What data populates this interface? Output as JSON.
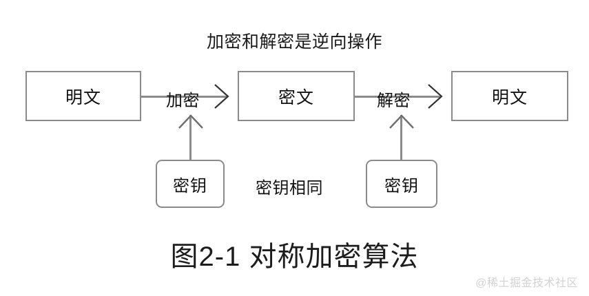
{
  "diagram": {
    "title": "加密和解密是逆向操作",
    "caption": "图2-1 对称加密算法",
    "watermark": "@稀土掘金技术社区",
    "middle_note": "密钥相同",
    "nodes": [
      {
        "id": "plaintext-1",
        "label": "明文"
      },
      {
        "id": "ciphertext",
        "label": "密文"
      },
      {
        "id": "plaintext-2",
        "label": "明文"
      }
    ],
    "keys": [
      {
        "id": "key-left",
        "label": "密钥"
      },
      {
        "id": "key-right",
        "label": "密钥"
      }
    ],
    "edges": [
      {
        "id": "encrypt",
        "label": "加密",
        "from": "plaintext-1",
        "to": "ciphertext",
        "arrow": "arrow-right-icon"
      },
      {
        "id": "decrypt",
        "label": "解密",
        "from": "ciphertext",
        "to": "plaintext-2",
        "arrow": "arrow-right-icon"
      },
      {
        "id": "key-left-feed",
        "label": "",
        "from": "key-left",
        "to": "encrypt",
        "arrow": "arrow-up-icon"
      },
      {
        "id": "key-right-feed",
        "label": "",
        "from": "key-right",
        "to": "decrypt",
        "arrow": "arrow-up-icon"
      }
    ],
    "colors": {
      "background": "#ffffff",
      "box_border": "#8a8a8a",
      "box_fill": "#ffffff",
      "line": "#8a8a8a",
      "arrowhead": "#333333",
      "text": "#111111",
      "caption_text": "#1c1c1c",
      "watermark_text": "#d2d2d2"
    }
  }
}
